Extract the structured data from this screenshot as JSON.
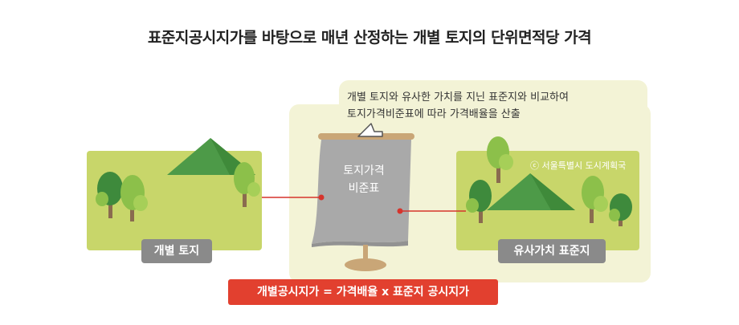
{
  "title": "표준지공시지가를 바탕으로 매년 산정하는 개별 토지의 단위면적당 가격",
  "speech": {
    "line1": "개별 토지와 유사한 가치를 지닌 표준지와 비교하여",
    "line2": "토지가격비준표에 따라 가격배율을 산출"
  },
  "board": {
    "line1": "토지가격",
    "line2": "비준표"
  },
  "left_label": "개별 토지",
  "right_label": "유사가치 표준지",
  "copyright": "ⓒ 서울특별시 도시계획국",
  "formula": "개별공시지가 = 가격배율 x 표준지 공시지가",
  "colors": {
    "panel": "#f3f3d6",
    "field": "#c8d66a",
    "mountain": "#4d9a48",
    "tree_dark": "#3e8a3c",
    "tree_light": "#8cc04a",
    "trunk": "#8a6b4f",
    "board": "#a9a9a9",
    "stand": "#c9a677",
    "connector": "#d6342c",
    "label": "#8a8a8a",
    "formula": "#e2402f"
  }
}
